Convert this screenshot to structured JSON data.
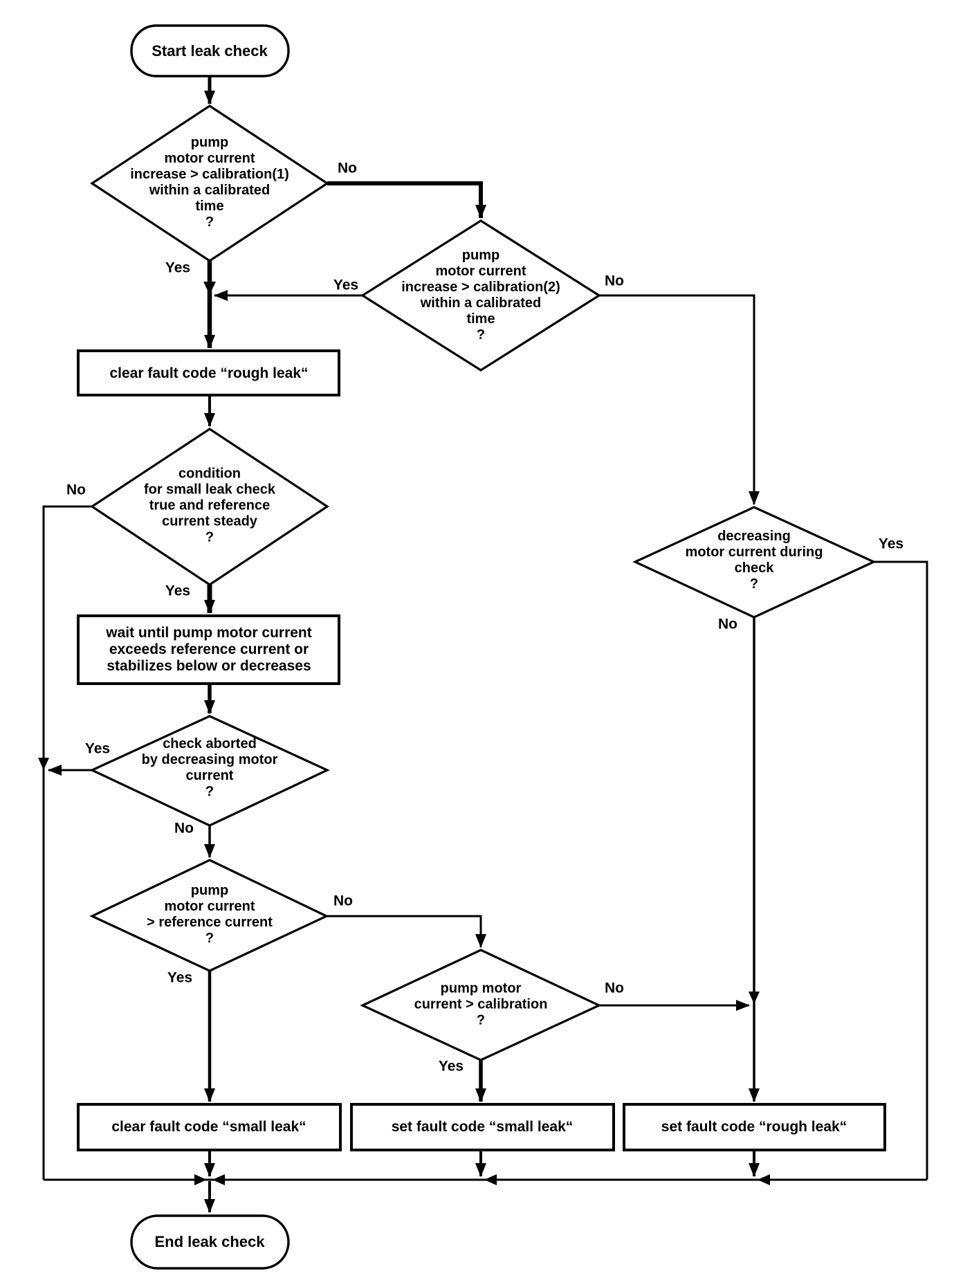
{
  "title": "Leak check flowchart",
  "colors": {
    "line": "#000000",
    "shape_fill": "#ffffff",
    "background": "#ffffff",
    "text": "#000000"
  },
  "nodes": {
    "start": "Start leak check",
    "d1": "pump\nmotor current\nincrease > calibration(1)\nwithin a calibrated\ntime\n?",
    "d2": "pump\nmotor current\nincrease > calibration(2)\nwithin a calibrated\ntime\n?",
    "clear_rough": "clear fault code “rough leak“",
    "d3": "condition\nfor small leak check\ntrue and reference\ncurrent steady\n?",
    "wait": "wait until pump motor current\nexceeds reference current or\nstabilizes below or decreases",
    "d4": "check aborted\nby decreasing motor\ncurrent\n?",
    "d5": "pump\nmotor current\n> reference current\n?",
    "d6": "pump motor\ncurrent > calibration\n?",
    "d7": "decreasing\nmotor current during\ncheck\n?",
    "clear_small": "clear fault code “small leak“",
    "set_small": "set fault code “small leak“",
    "set_rough": "set fault code “rough leak“",
    "end": "End leak check"
  },
  "edge_labels": {
    "d1_no": "No",
    "d1_yes": "Yes",
    "d2_yes": "Yes",
    "d2_no": "No",
    "d3_no": "No",
    "d3_yes": "Yes",
    "d4_yes": "Yes",
    "d4_no": "No",
    "d5_no": "No",
    "d5_yes": "Yes",
    "d6_no": "No",
    "d6_yes": "Yes",
    "d7_yes": "Yes",
    "d7_no": "No"
  }
}
